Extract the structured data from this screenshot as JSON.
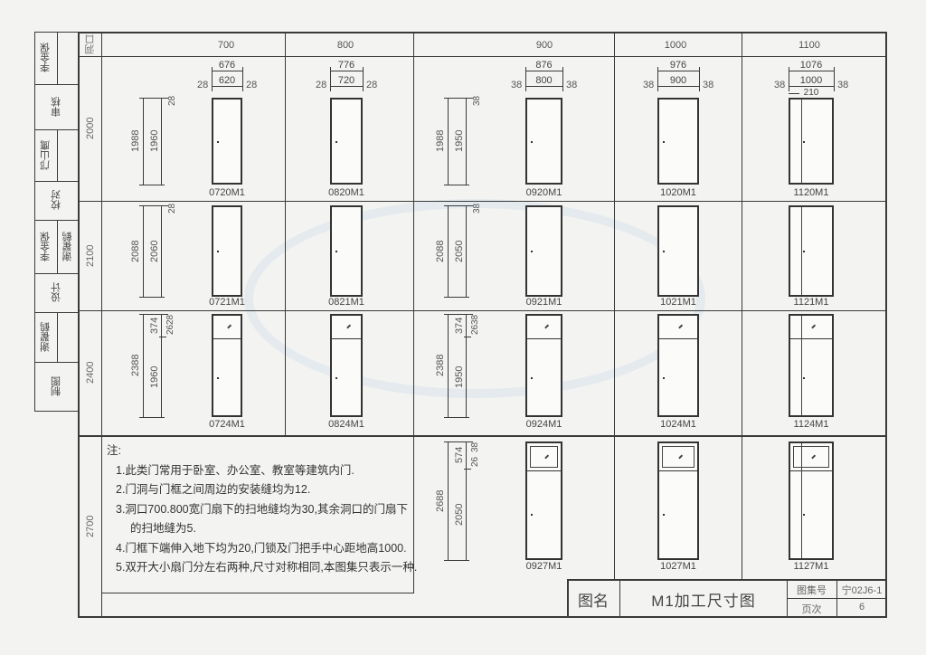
{
  "sidebar": [
    {
      "main": "李金保",
      "sub": ""
    },
    {
      "main": "审核"
    },
    {
      "main": "邝山鹰",
      "sub": ""
    },
    {
      "main": "校对"
    },
    {
      "main": "李金保",
      "sub": "谢翟鹤"
    },
    {
      "main": "设计"
    },
    {
      "main": "谢翟鹤",
      "sub": ""
    },
    {
      "main": "制图"
    }
  ],
  "header": {
    "corner": "洞口",
    "columns": [
      "700",
      "800",
      "900",
      "1000",
      "1100"
    ]
  },
  "rows": [
    {
      "label": "2000",
      "doors": [
        "0720M1",
        "0820M1",
        "0920M1",
        "1020M1",
        "1120M1"
      ]
    },
    {
      "label": "2100",
      "doors": [
        "0721M1",
        "0821M1",
        "0921M1",
        "1021M1",
        "1121M1"
      ]
    },
    {
      "label": "2400",
      "doors": [
        "0724M1",
        "0824M1",
        "0924M1",
        "1024M1",
        "1124M1"
      ]
    },
    {
      "label": "2700",
      "doors": [
        null,
        null,
        "0927M1",
        "1027M1",
        "1127M1"
      ]
    }
  ],
  "width_dims": [
    {
      "total": "676",
      "clear": "620",
      "left": "28",
      "right": "28"
    },
    {
      "total": "776",
      "clear": "720",
      "left": "28",
      "right": "28"
    },
    {
      "total": "876",
      "clear": "800",
      "left": "38",
      "right": "38"
    },
    {
      "total": "976",
      "clear": "900",
      "left": "38",
      "right": "38"
    },
    {
      "total": "1076",
      "clear": "1000",
      "left": "38",
      "right": "38",
      "leaf": "210"
    }
  ],
  "height_dims": [
    {
      "col700": {
        "total": "1988",
        "door": "1960",
        "frame": "28"
      },
      "col900": {
        "total": "1988",
        "door": "1950",
        "frame": "38"
      }
    },
    {
      "col700": {
        "total": "2088",
        "door": "2060",
        "frame": "28"
      },
      "col900": {
        "total": "2088",
        "door": "2050",
        "frame": "38"
      }
    },
    {
      "col700": {
        "total": "2388",
        "door": "1960",
        "transom": "374",
        "gap": "26",
        "frame": "28"
      },
      "col900": {
        "total": "2388",
        "door": "1950",
        "transom": "374",
        "gap": "26",
        "frame": "38"
      }
    },
    {
      "col900": {
        "total": "2688",
        "door": "2050",
        "transom": "574",
        "gap": "26",
        "frame": "38"
      }
    }
  ],
  "notes": {
    "title": "注:",
    "items": [
      "1.此类门常用于卧室、办公室、教室等建筑内门.",
      "2.门洞与门框之间周边的安装缝均为12.",
      "3.洞口700.800宽门扇下的扫地缝均为30,其余洞口的门扇下",
      "的扫地缝为5.",
      "4.门框下端伸入地下均为20,门锁及门把手中心距地高1000.",
      "5.双开大小扇门分左右两种,尺寸对称相同,本图集只表示一种."
    ]
  },
  "title_block": {
    "name_label": "图名",
    "title": "M1加工尺寸图",
    "atlas_label": "图集号",
    "atlas_no": "宁02J6-1",
    "page_label": "页次",
    "page": "6"
  }
}
